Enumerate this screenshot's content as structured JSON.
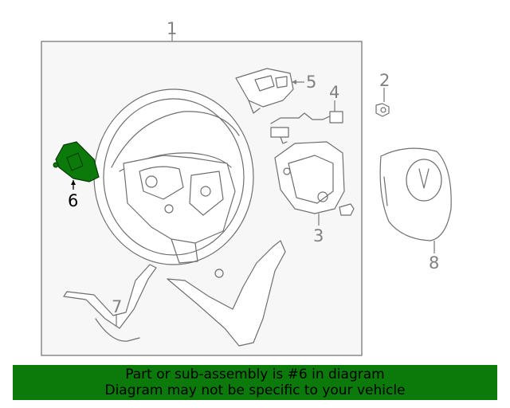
{
  "diagram": {
    "callouts": [
      "1",
      "2",
      "3",
      "4",
      "5",
      "6",
      "7",
      "8"
    ],
    "highlighted_callout": "6",
    "colors": {
      "highlight": "#0b7a0b",
      "banner": "#0b7a0b",
      "line": "#6f6f6f",
      "callout_text": "#808080",
      "box_fill": "#f7f7f7"
    }
  },
  "banner": {
    "line1": "Part or sub-assembly is #6 in diagram",
    "line2": "Diagram may not be specific to your vehicle"
  }
}
